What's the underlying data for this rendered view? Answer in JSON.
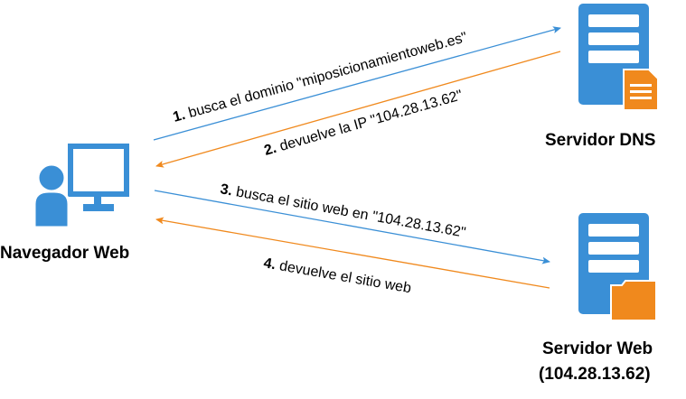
{
  "colors": {
    "blue": "#3a8fd6",
    "orange": "#f0891d",
    "server_blue": "#3a8fd6",
    "doc_orange": "#f0891d"
  },
  "nodes": {
    "browser": {
      "label": "Navegador Web",
      "icon": "user-computer-icon"
    },
    "dns": {
      "label": "Servidor DNS",
      "icon": "dns-server-icon"
    },
    "web": {
      "label_line1": "Servidor Web",
      "label_line2": "(104.28.13.62)",
      "icon": "web-server-icon"
    }
  },
  "edges": [
    {
      "num": "1.",
      "text": " busca el dominio \"miposicionamientoweb.es\"",
      "color": "blue"
    },
    {
      "num": "2.",
      "text": " devuelve la IP \"104.28.13.62\"",
      "color": "orange"
    },
    {
      "num": "3.",
      "text": " busca el sitio web en \"104.28.13.62\"",
      "color": "blue"
    },
    {
      "num": "4.",
      "text": " devuelve el sitio web",
      "color": "orange"
    }
  ]
}
